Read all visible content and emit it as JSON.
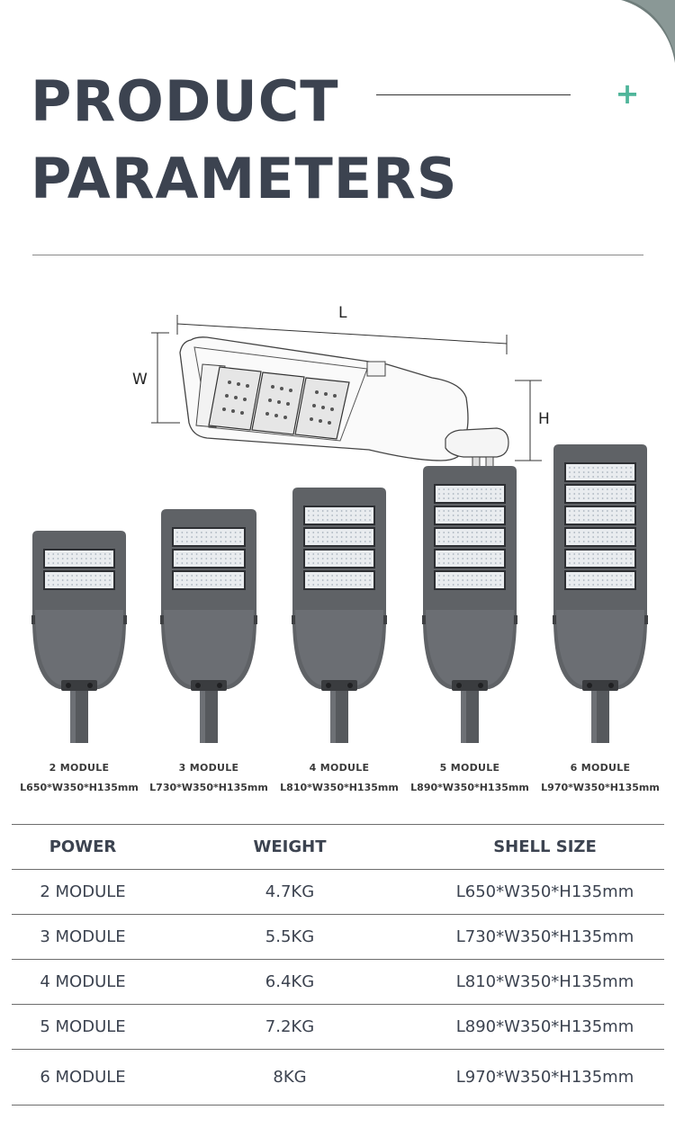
{
  "header": {
    "title_line1": "PRODUCT",
    "title_line2": "PARAMETERS",
    "plus_icon": "+",
    "accent_color": "#4fb59a",
    "text_color": "#3c4350"
  },
  "dimensions": {
    "length_label": "L",
    "width_label": "W",
    "height_label": "H"
  },
  "variants": [
    {
      "name": "2 MODULE",
      "size": "L650*W350*H135mm",
      "modules": 2
    },
    {
      "name": "3 MODULE",
      "size": "L730*W350*H135mm",
      "modules": 3
    },
    {
      "name": "4 MODULE",
      "size": "L810*W350*H135mm",
      "modules": 4
    },
    {
      "name": "5 MODULE",
      "size": "L890*W350*H135mm",
      "modules": 5
    },
    {
      "name": "6 MODULE",
      "size": "L970*W350*H135mm",
      "modules": 6
    }
  ],
  "table": {
    "headers": [
      "POWER",
      "WEIGHT",
      "SHELL SIZE"
    ],
    "rows": [
      [
        "2 MODULE",
        "4.7KG",
        "L650*W350*H135mm"
      ],
      [
        "3 MODULE",
        "5.5KG",
        "L730*W350*H135mm"
      ],
      [
        "4 MODULE",
        "6.4KG",
        "L810*W350*H135mm"
      ],
      [
        "5 MODULE",
        "7.2KG",
        "L890*W350*H135mm"
      ],
      [
        "6 MODULE",
        "8KG",
        "L970*W350*H135mm"
      ]
    ]
  }
}
